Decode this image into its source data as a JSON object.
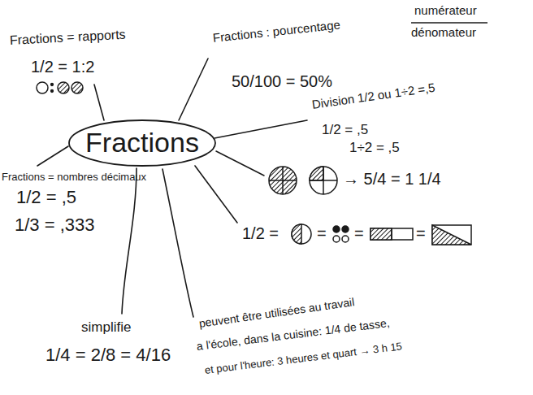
{
  "diagram": {
    "nodes": [
      {
        "text": [
          "Fractions"
        ]
      }
    ],
    "labels": [
      "Fractions = rapports",
      "1/2 = 1:2",
      "Fractions : pourcentage",
      "numérateur",
      "dénomateur",
      "50/100 = 50%",
      "Division 1/2 ou 1÷2 =,5",
      "1/2 = ,5",
      "1÷2 = ,5",
      "→ 5/4 = 1 1/4",
      "1/2 =",
      "=",
      "=",
      "=",
      "Fractions = nombres décimaux",
      "1/2 = ,5",
      "1/3 = ,333",
      "simplifie",
      "1/4 = 2/8 = 4/16",
      "peuvent être utilisées au travail",
      "a l'école, dans la cuisine: 1/4 de tasse,",
      "et pour l'heure: 3 heures et quart → 3 h 15"
    ]
  }
}
